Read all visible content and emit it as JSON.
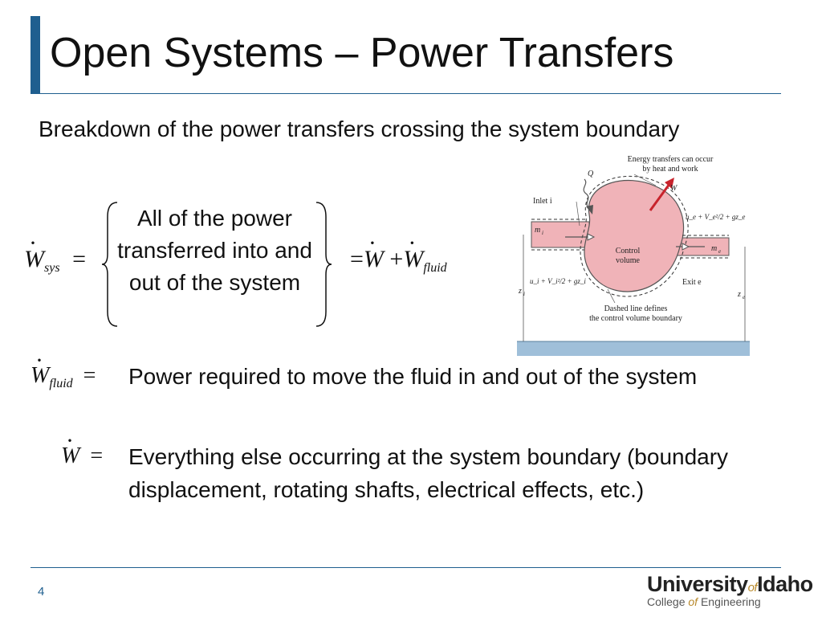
{
  "slide": {
    "title": "Open Systems – Power Transfers",
    "subtitle": "Breakdown of the power transfers crossing the system boundary",
    "page_number": "4"
  },
  "equation1": {
    "lhs_symbol": "W",
    "lhs_subscript": "sys",
    "equals": "=",
    "brace_text": "All of the power transferred into and out of the system",
    "rhs_equals": "=",
    "rhs_term1": "W",
    "plus": "+",
    "rhs_term2": "W",
    "rhs_term2_subscript": "fluid"
  },
  "definitions": [
    {
      "symbol": "W",
      "subscript": "fluid",
      "equals": "=",
      "text": "Power required to move the fluid in and out of the system"
    },
    {
      "symbol": "W",
      "subscript": "",
      "equals": "=",
      "text": "Everything else occurring at the system boundary (boundary displacement, rotating shafts, electrical effects, etc.)"
    }
  ],
  "figure": {
    "energy_note_line1": "Energy transfers can occur",
    "energy_note_line2": "by heat and work",
    "q_label": "Q",
    "w_label": "W",
    "inlet_label": "Inlet i",
    "mi_label": "m",
    "mi_sub": "i",
    "control_volume_line1": "Control",
    "control_volume_line2": "volume",
    "me_label": "m",
    "me_sub": "e",
    "exit_label": "Exit e",
    "inlet_energy": "u_i + V_i²/2 + gz_i",
    "exit_energy": "u_e + V_e²/2 + gz_e",
    "zi_label": "z",
    "zi_sub": "i",
    "ze_label": "z",
    "ze_sub": "e",
    "dashed_note_line1": "Dashed line defines",
    "dashed_note_line2": "the control volume boundary",
    "fill_color": "#f0b3b8",
    "ground_color": "#9fbfd9"
  },
  "logo": {
    "university": "University",
    "of": "of",
    "idaho": "Idaho",
    "college": "College",
    "college_of": "of",
    "engineering": "Engineering"
  },
  "colors": {
    "accent": "#1f5f8f",
    "logo_gold": "#b8892b"
  }
}
